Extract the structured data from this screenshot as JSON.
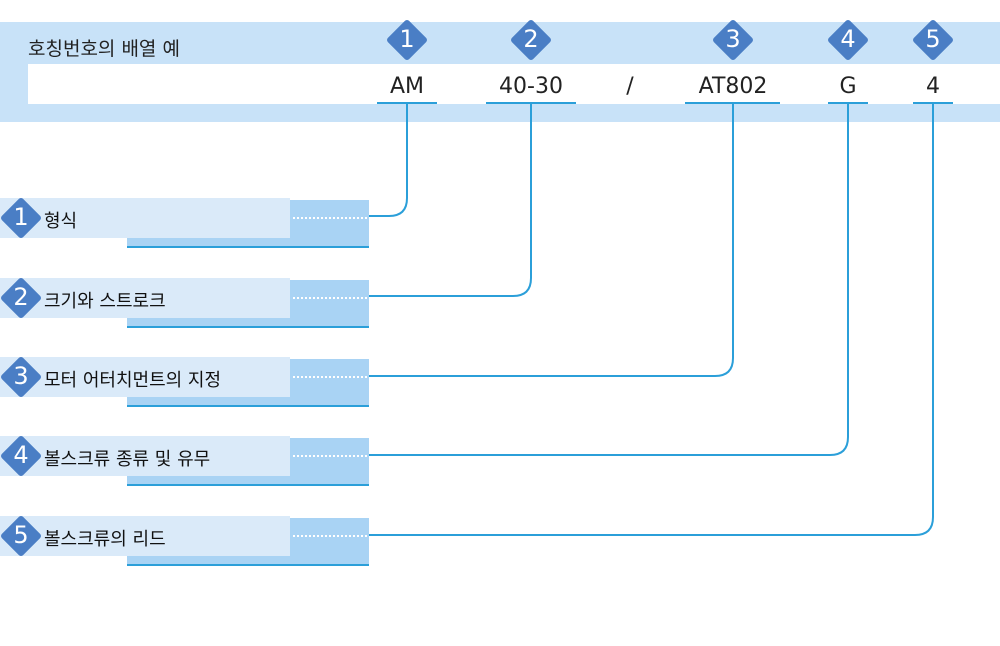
{
  "header": {
    "title": "호칭번호의 배열 예",
    "codes": [
      "AM",
      "40-30",
      "/",
      "AT802",
      "G",
      "4"
    ],
    "markers": [
      "1",
      "2",
      "3",
      "4",
      "5"
    ]
  },
  "items": [
    {
      "number": "1",
      "label": "형식"
    },
    {
      "number": "2",
      "label": "크기와 스트로크"
    },
    {
      "number": "3",
      "label": "모터 어터치먼트의 지정"
    },
    {
      "number": "4",
      "label": "볼스크류 종류 및 유무"
    },
    {
      "number": "5",
      "label": "볼스크류의 리드"
    }
  ],
  "colors": {
    "accent_blue": "#4a7ec5",
    "line_blue": "#2b9fd9",
    "band": "#c8e2f8"
  }
}
